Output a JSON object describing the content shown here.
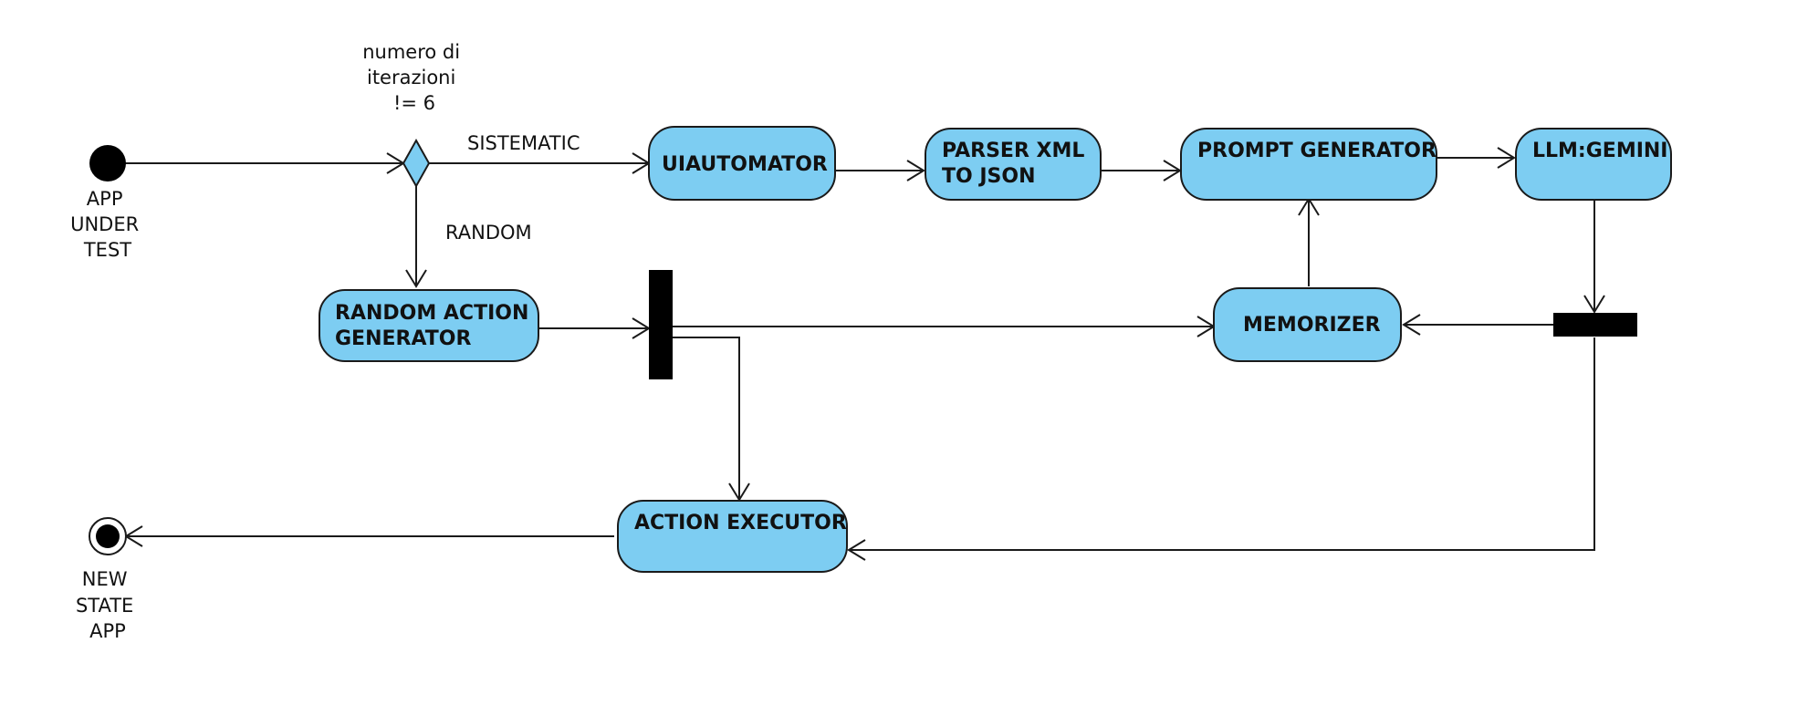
{
  "colors": {
    "activity_fill": "#7dcdf2",
    "stroke": "#1a1a1a",
    "bar": "#000000",
    "background": "#ffffff"
  },
  "nodes": {
    "uiautomator": [
      "UIAUTOMATOR"
    ],
    "parser": [
      "PARSER XML",
      "TO JSON"
    ],
    "prompt_generator": [
      "PROMPT GENERATOR"
    ],
    "llm": [
      "LLM:GEMINI"
    ],
    "random_action_generator": [
      "RANDOM ACTION",
      "GENERATOR"
    ],
    "memorizer": [
      "MEMORIZER"
    ],
    "action_executor": [
      "ACTION EXECUTOR"
    ]
  },
  "start_label": [
    "APP",
    "UNDER",
    "TEST"
  ],
  "end_label": [
    "NEW",
    "STATE",
    "APP"
  ],
  "decision_guard": [
    "numero di",
    "iterazioni",
    "!= 6"
  ],
  "edge_labels": {
    "sistematic": "SISTEMATIC",
    "random": "RANDOM"
  }
}
